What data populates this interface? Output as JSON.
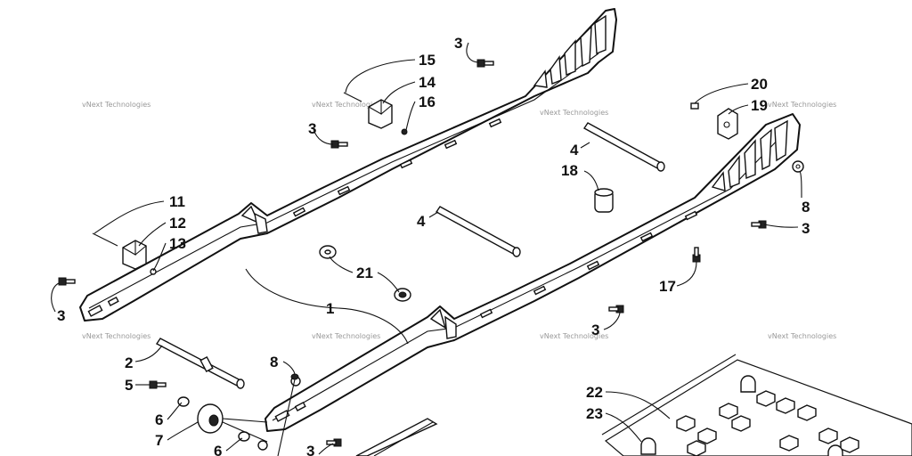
{
  "callouts": [
    {
      "id": "c3a",
      "label": "3"
    },
    {
      "id": "c15",
      "label": "15"
    },
    {
      "id": "c14",
      "label": "14"
    },
    {
      "id": "c16",
      "label": "16"
    },
    {
      "id": "c3b",
      "label": "3"
    },
    {
      "id": "c20",
      "label": "20"
    },
    {
      "id": "c19",
      "label": "19"
    },
    {
      "id": "c4a",
      "label": "4"
    },
    {
      "id": "c18",
      "label": "18"
    },
    {
      "id": "c8a",
      "label": "8"
    },
    {
      "id": "c3c",
      "label": "3"
    },
    {
      "id": "c11",
      "label": "11"
    },
    {
      "id": "c12",
      "label": "12"
    },
    {
      "id": "c13",
      "label": "13"
    },
    {
      "id": "c4b",
      "label": "4"
    },
    {
      "id": "c21",
      "label": "21"
    },
    {
      "id": "c17",
      "label": "17"
    },
    {
      "id": "c1",
      "label": "1"
    },
    {
      "id": "c3d",
      "label": "3"
    },
    {
      "id": "c3e",
      "label": "3"
    },
    {
      "id": "c2",
      "label": "2"
    },
    {
      "id": "c8b",
      "label": "8"
    },
    {
      "id": "c5",
      "label": "5"
    },
    {
      "id": "c6a",
      "label": "6"
    },
    {
      "id": "c7",
      "label": "7"
    },
    {
      "id": "c6b",
      "label": "6"
    },
    {
      "id": "c3f",
      "label": "3"
    },
    {
      "id": "c22",
      "label": "22"
    },
    {
      "id": "c23",
      "label": "23"
    }
  ],
  "watermark": "vNext Technologies"
}
